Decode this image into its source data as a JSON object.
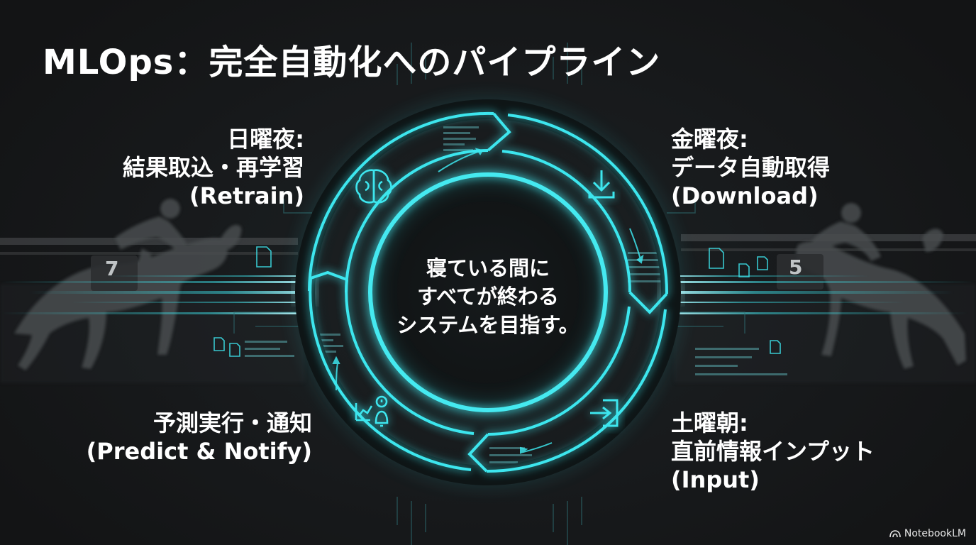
{
  "title": "MLOps：完全自動化へのパイプライン",
  "center_text": [
    "寝ている間に",
    "すべてが終わる",
    "システムを目指す。"
  ],
  "stages": [
    {
      "id": "retrain",
      "lines": [
        "日曜夜:",
        "結果取込・再学習",
        "(Retrain)"
      ],
      "icon": "brain-icon"
    },
    {
      "id": "download",
      "lines": [
        "金曜夜:",
        "データ自動取得",
        "(Download)"
      ],
      "icon": "download-icon"
    },
    {
      "id": "input",
      "lines": [
        "土曜朝:",
        "直前情報インプット",
        "(Input)"
      ],
      "icon": "login-arrow-icon"
    },
    {
      "id": "predict",
      "lines": [
        "予測実行・通知",
        "(Predict & Notify)"
      ],
      "icon": "chart-bell-icon"
    }
  ],
  "horse_numbers": {
    "left": "7",
    "right": "5"
  },
  "brand": "NotebookLM",
  "colors": {
    "accent": "#3ee6ee",
    "background": "#17191b",
    "text": "#ffffff"
  }
}
